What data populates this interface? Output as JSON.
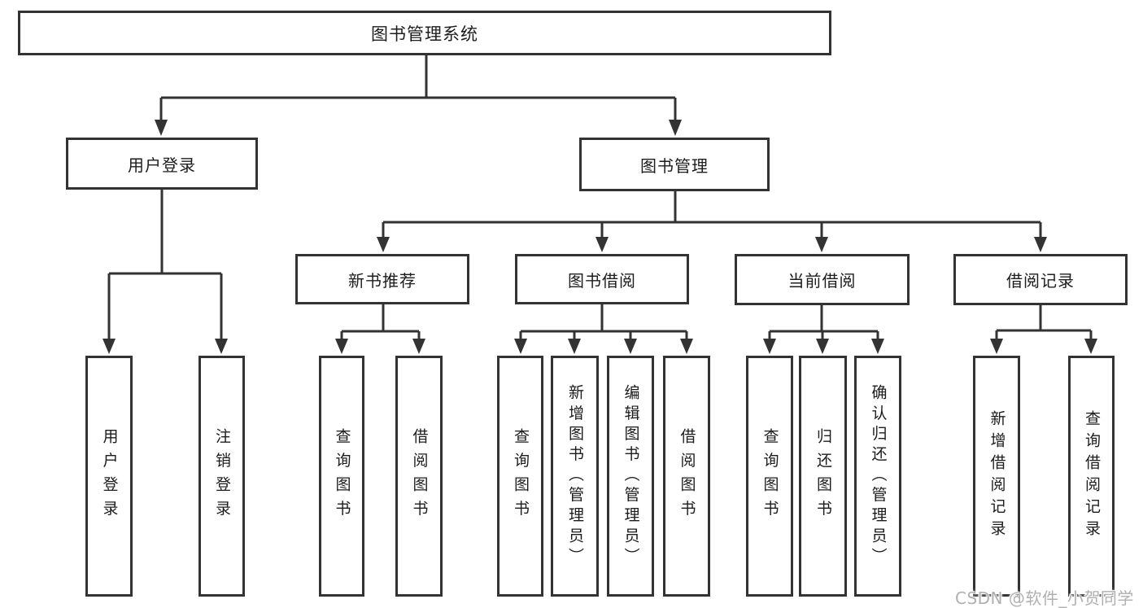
{
  "diagram_type": "functional-structure-tree",
  "colors": {
    "background": "#ffffff",
    "line": "#333333",
    "text": "#1c1c1c",
    "watermark": "#b0b0b0"
  },
  "tree": {
    "label": "图书管理系统",
    "children": [
      {
        "label": "用户登录",
        "children": [
          {
            "label": "用户登录"
          },
          {
            "label": "注销登录"
          }
        ]
      },
      {
        "label": "图书管理",
        "children": [
          {
            "label": "新书推荐",
            "children": [
              {
                "label": "查询图书"
              },
              {
                "label": "借阅图书"
              }
            ]
          },
          {
            "label": "图书借阅",
            "children": [
              {
                "label": "查询图书"
              },
              {
                "label": "新增图书（管理员）"
              },
              {
                "label": "编辑图书（管理员）"
              },
              {
                "label": "借阅图书"
              }
            ]
          },
          {
            "label": "当前借阅",
            "children": [
              {
                "label": "查询图书"
              },
              {
                "label": "归还图书"
              },
              {
                "label": "确认归还（管理员）"
              }
            ]
          },
          {
            "label": "借阅记录",
            "children": [
              {
                "label": "新增借阅记录"
              },
              {
                "label": "查询借阅记录"
              }
            ]
          }
        ]
      }
    ]
  },
  "watermark": {
    "text": "CSDN @软件_小贺同学"
  }
}
